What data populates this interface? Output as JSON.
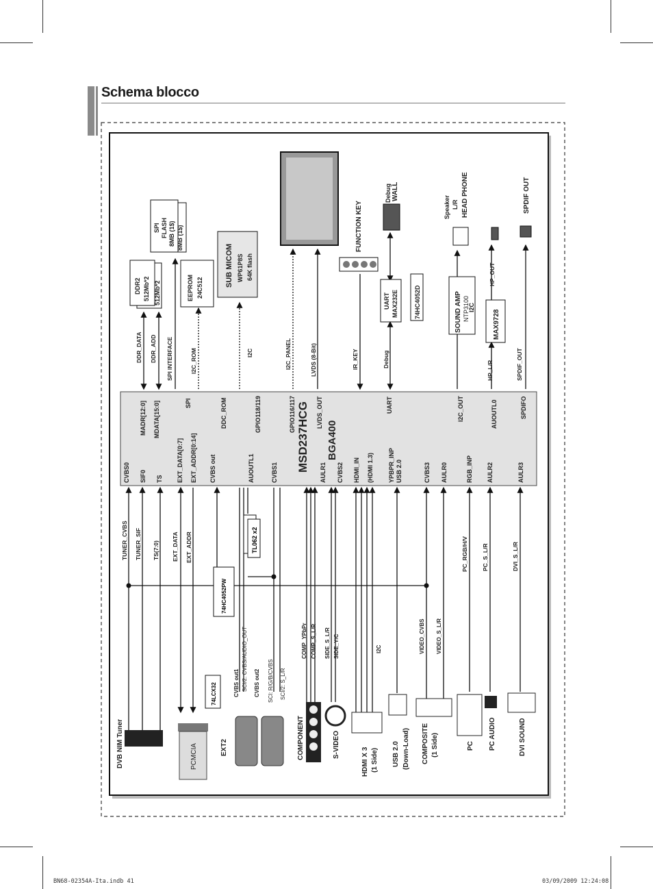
{
  "page": {
    "title": "Schema blocco",
    "footer_left": "BN68-02354A-Ita.indb   41",
    "footer_right": "03/09/2009   12:24:08"
  },
  "chip": {
    "name": "MSD237HCG",
    "package": "BGA400"
  },
  "chip_pins": {
    "left": [
      "CVBS0",
      "SIF0",
      "TS",
      "EXT_DATA[0:7]",
      "EXT_ADDR[0:14]",
      "CVBS out",
      "AUOUTL1",
      "CVBS1",
      "AULR1",
      "CVBS2",
      "HDMI_IN",
      "(HDMI 1.3)",
      "YPBPR_INP",
      "USB 2.0",
      "CVBS3",
      "AULR0",
      "RGB_INP",
      "AULR2",
      "AULR3"
    ],
    "right": [
      "MADR[12:0]",
      "MDATA[15:0]",
      "SPI",
      "DDC_ROM",
      "GPIO118/119",
      "GPIO116/117",
      "LVDS_OUT",
      "UART",
      "I2C_OUT",
      "AUOUTL0",
      "SPDIFO"
    ]
  },
  "left_signals": [
    "TUNER_CVBS",
    "TUNER_SIF",
    "TS(7:0)",
    "EXT_DATA",
    "EXT_ADDR",
    "PC_RGB/H/V",
    "PC_S_L/R",
    "DVI_S_L/R"
  ],
  "mid_signals": [
    "74HC4052PW",
    "TL062 x2",
    "74LCX32",
    "CVBS out1",
    "SCI/2: CVBS/AUDIO_OUT",
    "CVBS out2",
    "SCI: R/G/B/CVBS",
    "SCI/2: S_L/R",
    "COMP_YPbPr",
    "COMP_S_L/R",
    "SIDE_S_L/R",
    "SIDE_Y/C",
    "I2C",
    "VIDEO_CVBS",
    "VIDEO_S_L/R"
  ],
  "inputs": [
    "DVB NIM Tuner",
    "PCMCIA",
    "EXT2",
    "COMPONENT",
    "S-VIDEO",
    "HDMI X 3",
    "(1 Side)",
    "USB 2.0",
    "(Down-Load)",
    "COMPOSITE",
    "(1 Side)",
    "PC",
    "PC AUDIO",
    "DVI SOUND"
  ],
  "right_signals": [
    "DDR_DATA",
    "DDR_ADD",
    "SPI INTERFACE",
    "I2C_ROM",
    "I2C",
    "I2C_PANEL",
    "LVDS (8-Bit)",
    "IR_KEY",
    "Debug",
    "HP_L/R",
    "SPDIF_OUT",
    "HP_OUT"
  ],
  "right_blocks": {
    "ddr": [
      "DDR2",
      "512Mb*2",
      "512Mb*2"
    ],
    "spi": [
      "SPI",
      "FLASH",
      "8MB (1$)",
      "8MB (1$)"
    ],
    "eeprom": [
      "EEPROM",
      "24C512"
    ],
    "micom": [
      "SUB MICOM",
      "WP61P8S",
      "64K flash"
    ],
    "uart": [
      "UART",
      "MAX232E"
    ],
    "mux": "74HC4052D",
    "sound": [
      "SOUND AMP",
      "NTP3100",
      "I2C"
    ],
    "max": "MAX9728",
    "function_key": "FUNCTION KEY",
    "debug_wall": [
      "Debug",
      "WALL"
    ],
    "speaker": [
      "Speaker",
      "L/R",
      "HEAD PHONE"
    ],
    "spdif": "SPDIF OUT"
  }
}
